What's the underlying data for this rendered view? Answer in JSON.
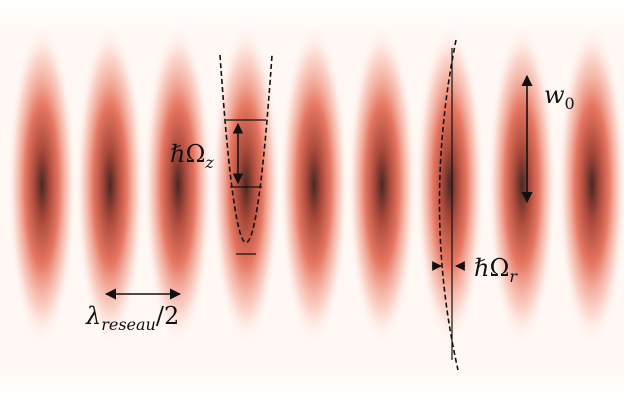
{
  "diagram": {
    "label_lambda_main": "λ",
    "label_lambda_sub": "reseau",
    "label_lambda_tail": "/2",
    "label_omega_z_main": "ℏΩ",
    "label_omega_z_sub": "z",
    "label_omega_r_main": "ℏΩ",
    "label_omega_r_sub": "r",
    "label_w0_main": "w",
    "label_w0_sub": "0",
    "colors": {
      "fringe_core": "#4a2824",
      "fringe_mid": "#d9604a",
      "fringe_edge": "#fff5f2",
      "ink": "#111111"
    }
  }
}
